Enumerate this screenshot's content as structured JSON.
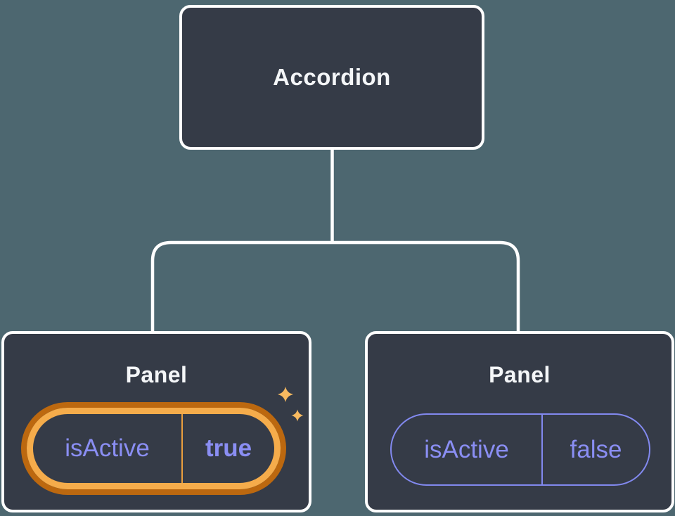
{
  "tree": {
    "root": {
      "label": "Accordion"
    },
    "children": [
      {
        "label": "Panel",
        "highlighted": true,
        "state": {
          "key": "isActive",
          "value": "true"
        }
      },
      {
        "label": "Panel",
        "highlighted": false,
        "state": {
          "key": "isActive",
          "value": "false"
        }
      }
    ]
  },
  "icons": {
    "sparkles": "✦✦"
  },
  "colors": {
    "background": "#4d6770",
    "node_fill": "#353b47",
    "node_border": "#ffffff",
    "connector": "#ffffff",
    "title_text": "#f4f6f8",
    "state_text": "#8a8ef3",
    "inactive_pill_border": "#8289ef",
    "highlight_gold": "#f5ac4b",
    "highlight_dark_orange": "#bc680f",
    "highlight_divider": "#eb9f3e",
    "sparkle": "#f8ba60"
  }
}
